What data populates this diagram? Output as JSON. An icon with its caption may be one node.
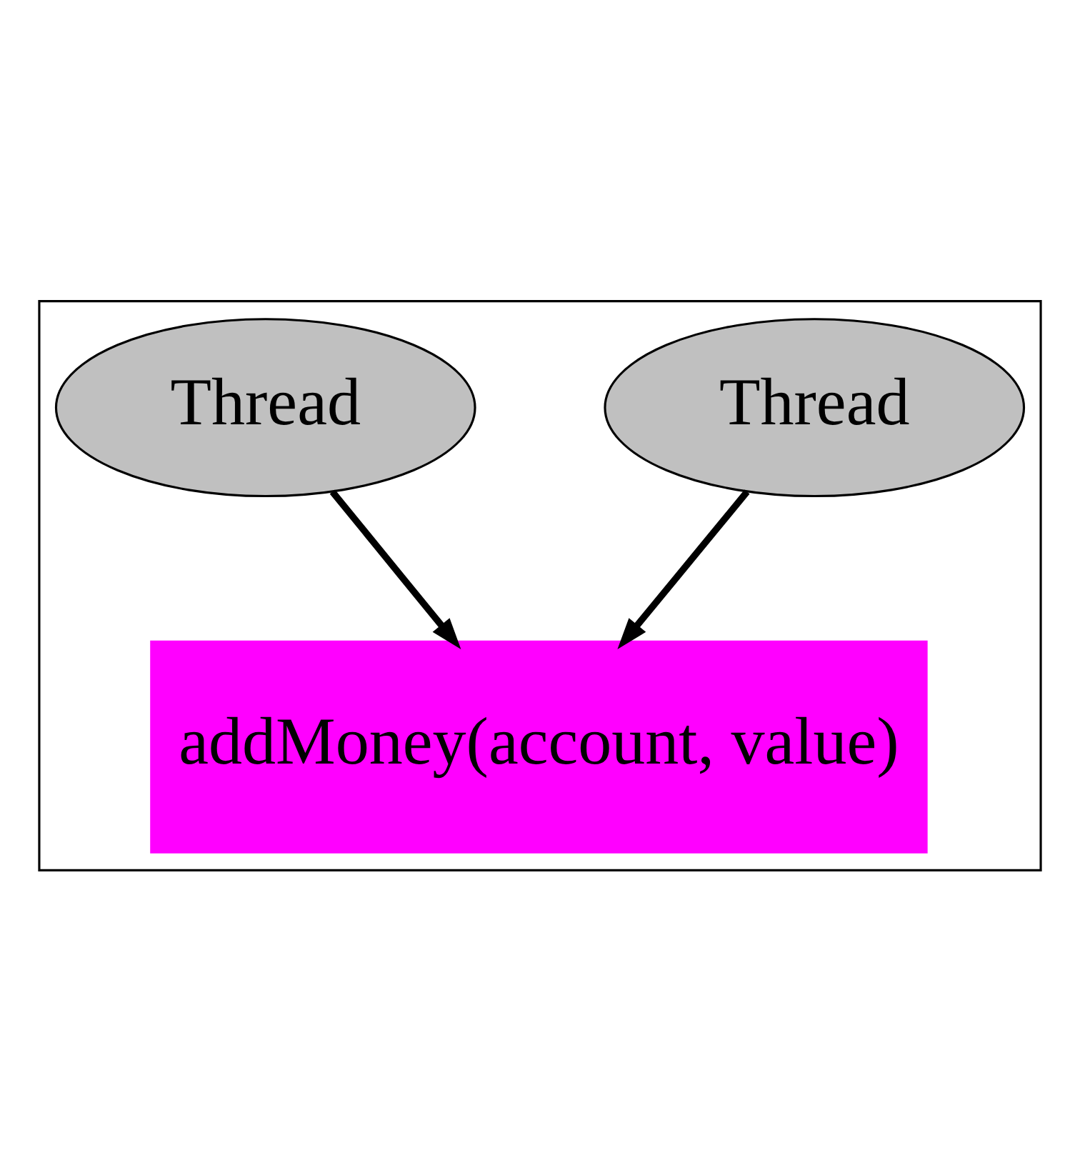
{
  "diagram": {
    "nodes": [
      {
        "text": [],
        "shape": "box"
      },
      {
        "text": [
          "Thread"
        ],
        "in": 0
      },
      {
        "text": [
          "Thread"
        ],
        "in": 0
      },
      {
        "text": [
          "addMoney(account, value)"
        ],
        "in": 0
      }
    ],
    "edges": [
      {
        "from": 1,
        "to": 3,
        "arrow": "to"
      },
      {
        "from": 2,
        "to": 3,
        "arrow": "to"
      }
    ]
  }
}
